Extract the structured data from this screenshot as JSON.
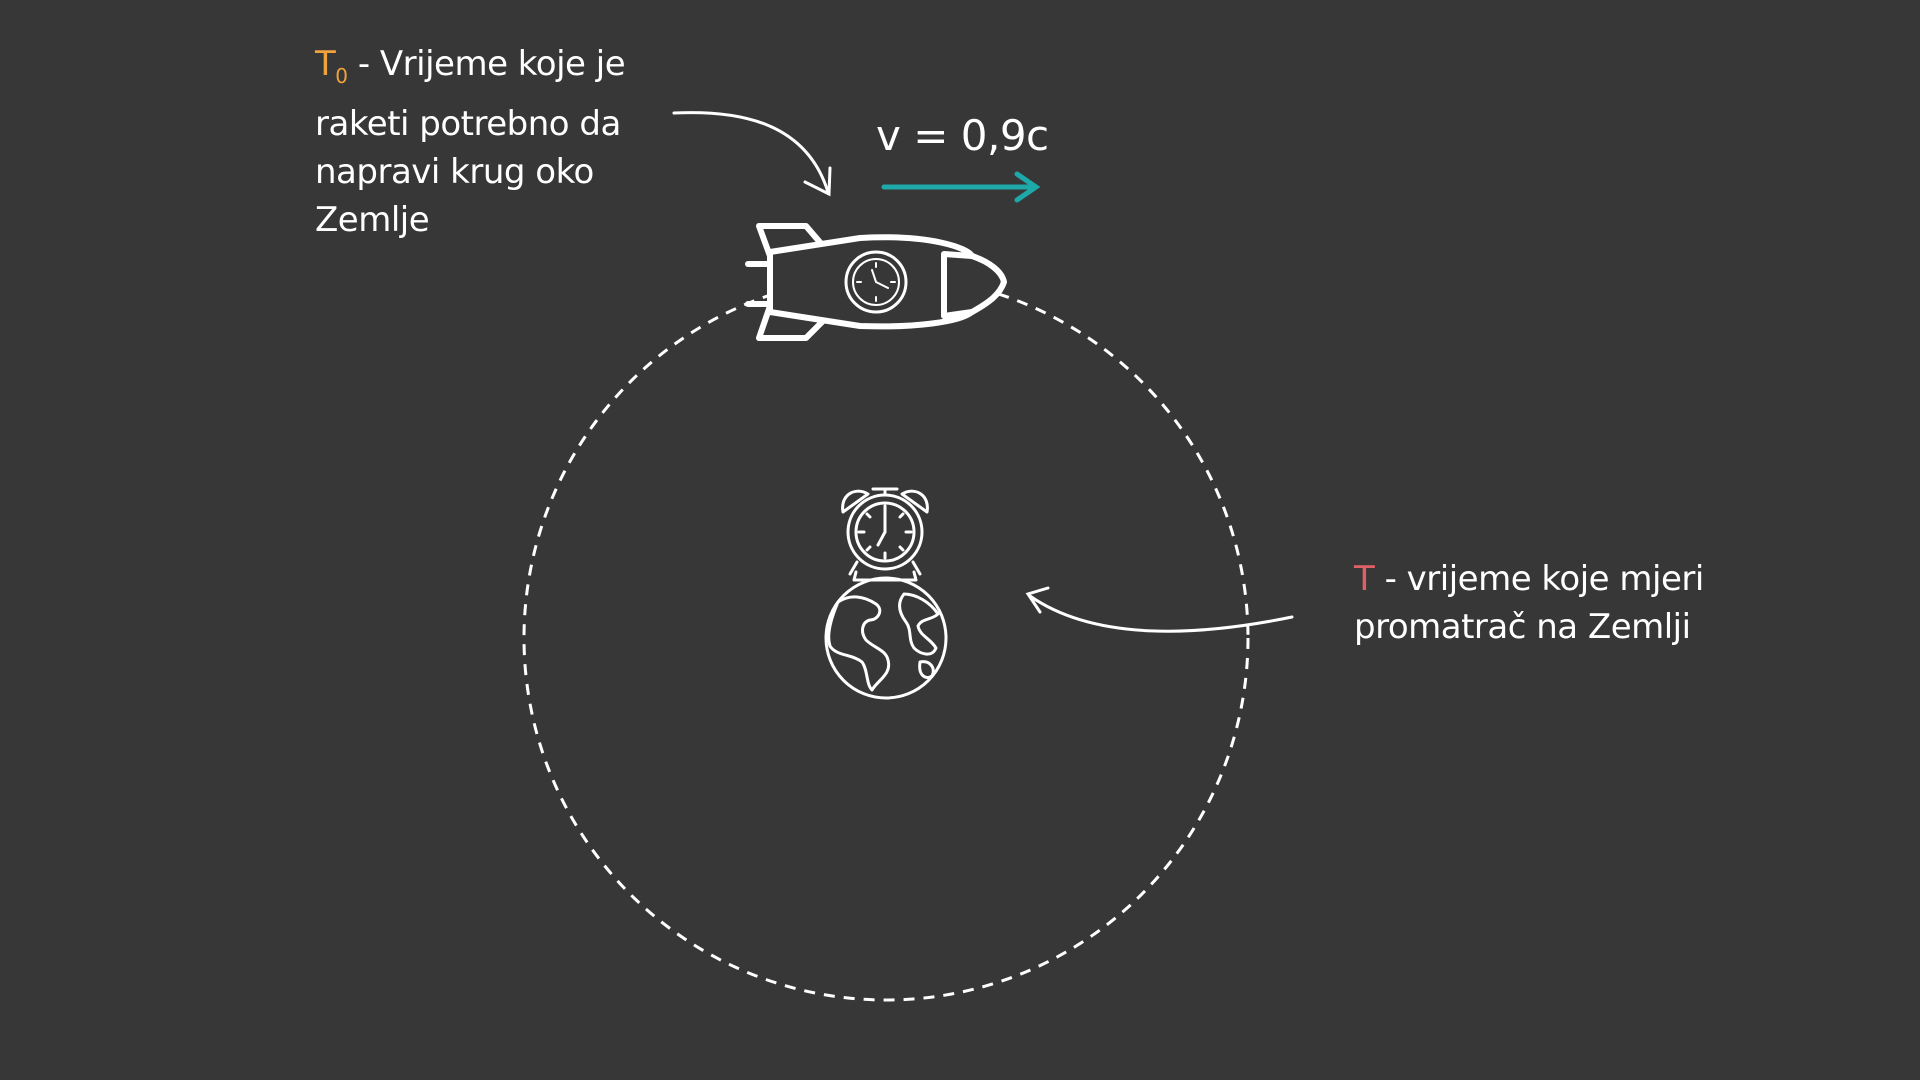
{
  "labels": {
    "t0_symbol": "T",
    "t0_subscript": "0",
    "t0_text": " - Vrijeme koje je raketi potrebno da napravi krug oko Zemlje",
    "t_symbol": "T",
    "t_text": " - vrijeme koje mjeri promatrač na Zemlji",
    "velocity": "v = 0,9c"
  },
  "colors": {
    "background": "#373737",
    "stroke": "#ffffff",
    "t0_accent": "#f0a23c",
    "t_accent": "#e0606a",
    "velocity_arrow": "#1fa8a8"
  },
  "icons": {
    "rocket": "rocket-icon",
    "rocket_clock": "clock-icon",
    "earth": "earth-globe-icon",
    "alarm_clock": "alarm-clock-icon"
  }
}
